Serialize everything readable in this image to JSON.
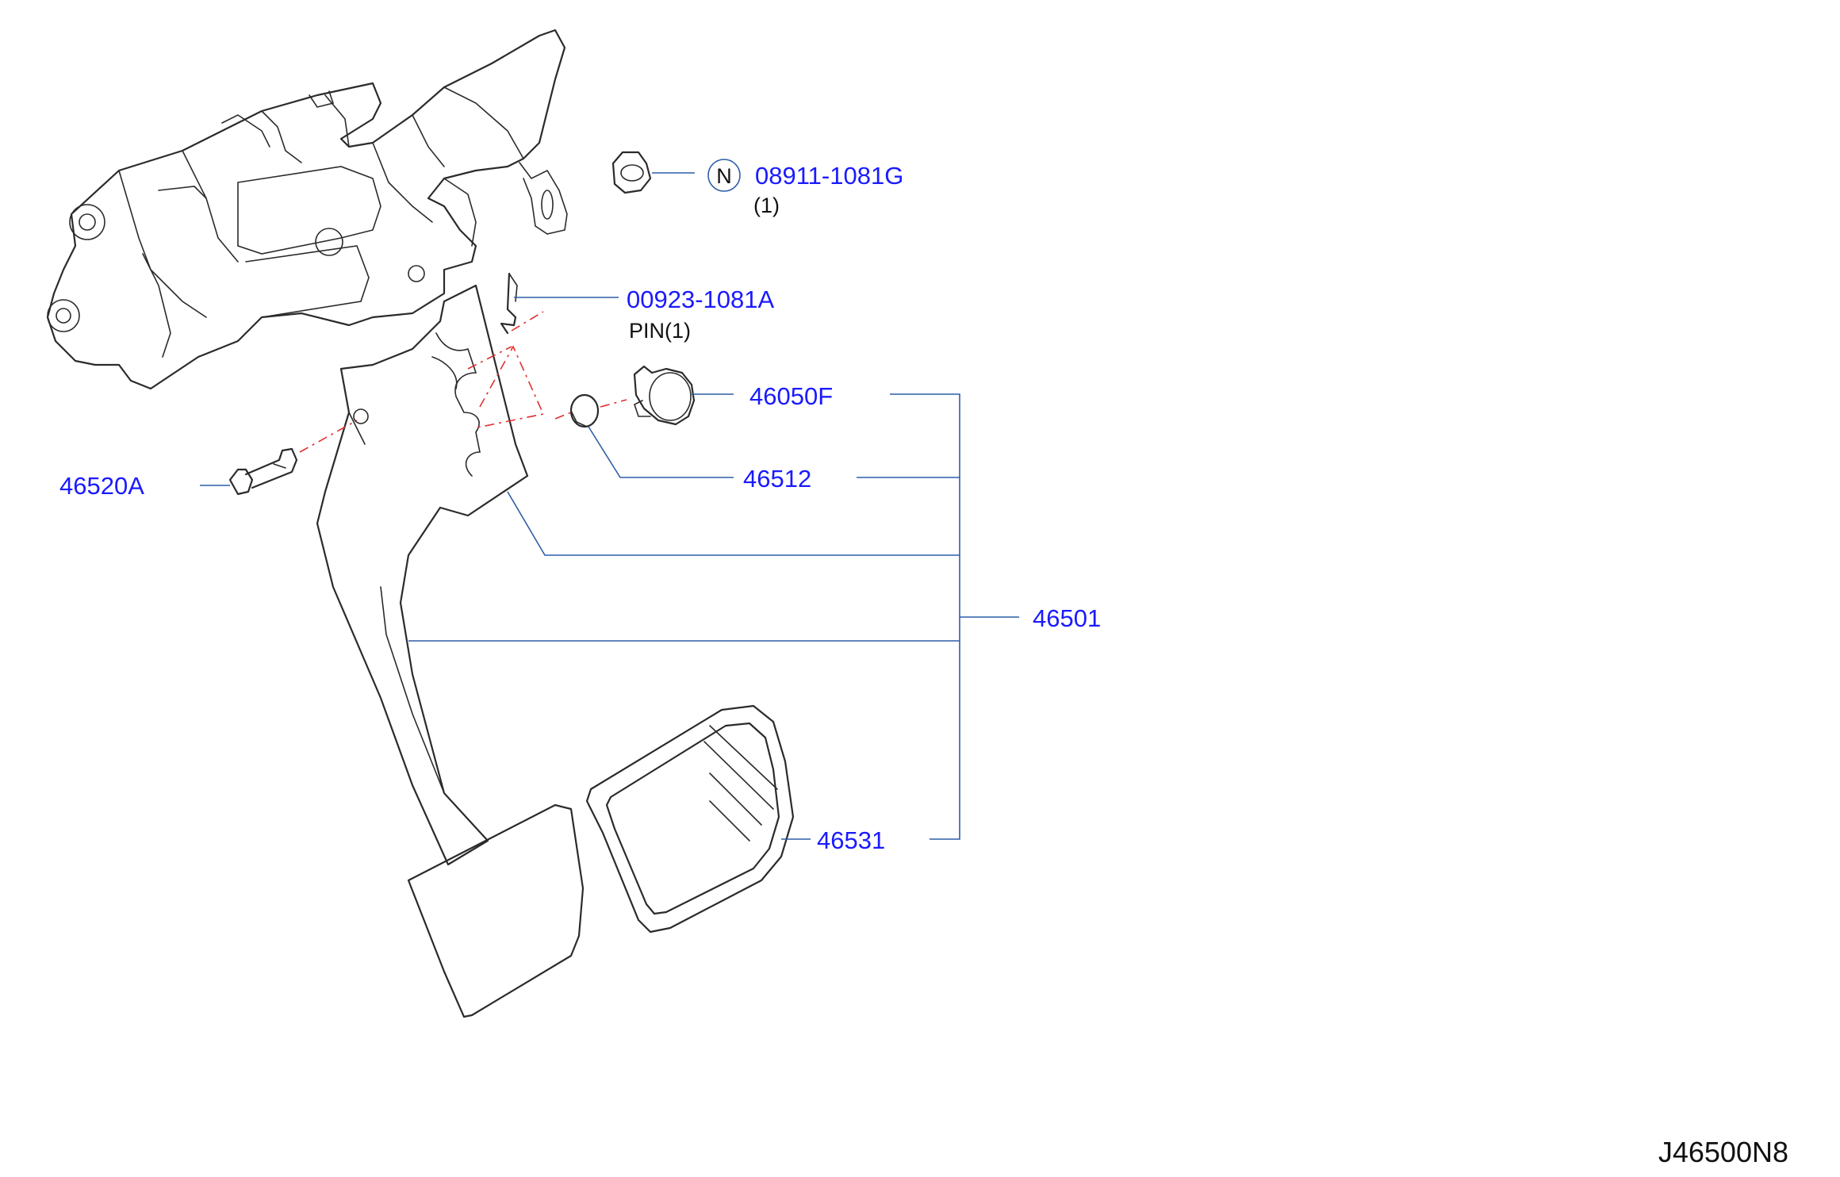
{
  "parts": {
    "p08911": {
      "number": "08911-1081G",
      "note": "(1)",
      "symbol": "N"
    },
    "p00923": {
      "number": "00923-1081A",
      "note": "PIN(1)"
    },
    "p46050F": {
      "number": "46050F"
    },
    "p46512": {
      "number": "46512"
    },
    "p46520A": {
      "number": "46520A"
    },
    "p46501": {
      "number": "46501"
    },
    "p46531": {
      "number": "46531"
    }
  },
  "diagram_code": "J46500N8",
  "colors": {
    "part_number": "#1a1aff",
    "leader": "#2d5ea8",
    "centerline": "#e0302f",
    "outline": "#2b2b2b"
  }
}
